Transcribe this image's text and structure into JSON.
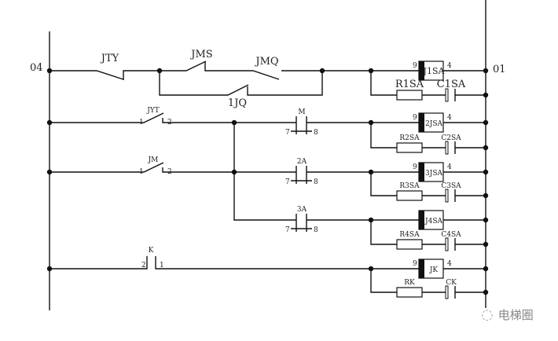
{
  "terminals": {
    "left": "04",
    "right": "01"
  },
  "row1": {
    "switches": [
      "JTY",
      "JMS",
      "JMQ",
      "1JQ"
    ],
    "relay": {
      "label": "J1SA",
      "pin_in": "9",
      "pin_out": "4"
    },
    "resistor": "R1SA",
    "capacitor": "C1SA"
  },
  "rows": [
    {
      "switch": "JYT",
      "switch_pin_left": "1",
      "switch_pin_right": "2",
      "contact": "M",
      "contact_pin_left": "7",
      "contact_pin_right": "8",
      "relay": "2JSA",
      "pin_in": "9",
      "pin_out": "4",
      "resistor": "R2SA",
      "capacitor": "C2SA"
    },
    {
      "switch": "JM",
      "switch_pin_left": "1",
      "switch_pin_right": "2",
      "contact": "2A",
      "contact_pin_left": "7",
      "contact_pin_right": "8",
      "relay": "3JSA",
      "pin_in": "9",
      "pin_out": "4",
      "resistor": "R3SA",
      "capacitor": "C3SA"
    },
    {
      "contact": "3A",
      "contact_pin_left": "7",
      "contact_pin_right": "8",
      "relay": "J4SA",
      "resistor": "R4SA",
      "capacitor": "C4SA"
    },
    {
      "switch": "K",
      "switch_pin_left": "2",
      "switch_pin_right": "1",
      "relay": "JK",
      "pin_in": "9",
      "pin_out": "4",
      "resistor": "RK",
      "capacitor": "CK"
    }
  ],
  "watermark": {
    "text": "电梯圈",
    "icon": "wechat-icon"
  }
}
